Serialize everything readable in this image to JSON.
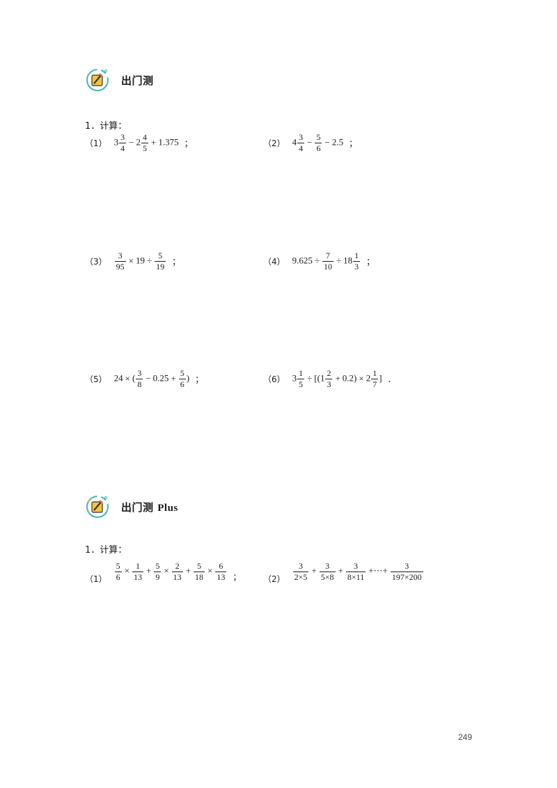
{
  "sections": [
    {
      "title": "出门测",
      "question_label": "1．计算：",
      "problems": [
        {
          "num": "（1）",
          "end": "；"
        },
        {
          "num": "（2）",
          "end": "；"
        },
        {
          "num": "（3）",
          "end": "；"
        },
        {
          "num": "（4）",
          "end": "；"
        },
        {
          "num": "（5）",
          "end": "；"
        },
        {
          "num": "（6）",
          "end": "．"
        }
      ]
    },
    {
      "title": "出门测",
      "title_suffix": "Plus",
      "question_label": "1．计算：",
      "problems": [
        {
          "num": "（1）",
          "end": "；"
        },
        {
          "num": "（2）"
        }
      ]
    }
  ],
  "page_number": "249",
  "colors": {
    "icon_ring": "#3fb8b0",
    "icon_fill": "#f2c53d",
    "text": "#1a1a1a"
  },
  "icons": [
    "pencil-notepad-icon"
  ]
}
